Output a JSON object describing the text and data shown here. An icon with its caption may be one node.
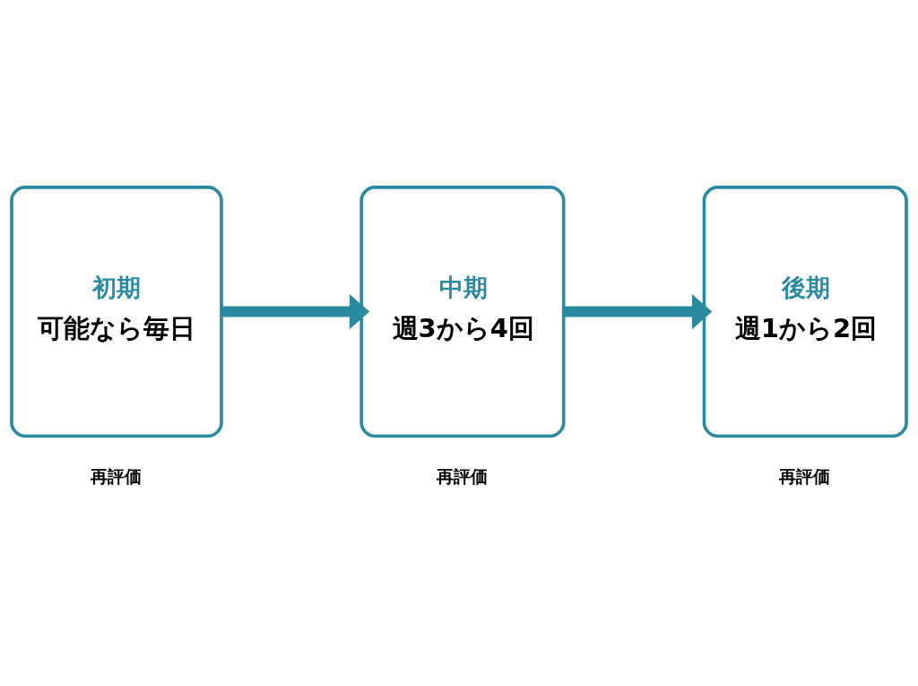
{
  "diagram": {
    "nodes": [
      {
        "text": [
          "初期",
          "可能なら毎日"
        ]
      },
      {
        "text": [
          "中期",
          "週3から4回"
        ]
      },
      {
        "text": [
          "後期",
          "週1から2回"
        ]
      }
    ],
    "edges": [
      {
        "from": 0,
        "to": 1,
        "arrow": "to"
      },
      {
        "from": 1,
        "to": 2,
        "arrow": "to"
      }
    ],
    "labels": [
      "再評価",
      "再評価",
      "再評価"
    ]
  }
}
